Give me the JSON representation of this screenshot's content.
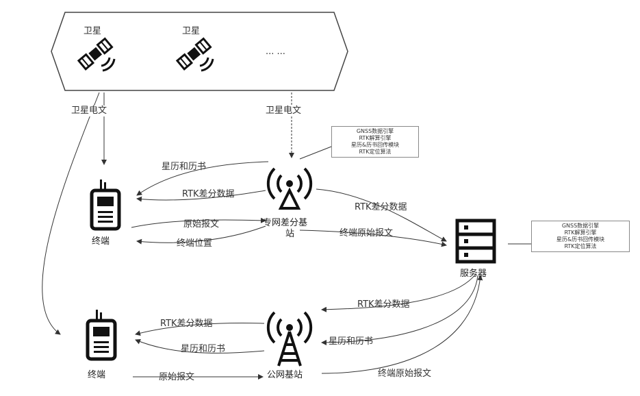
{
  "satellites": {
    "items": [
      {
        "label": "卫星"
      },
      {
        "label": "卫星"
      }
    ],
    "more": "... ..."
  },
  "nodes": {
    "terminal_top": "终端",
    "terminal_bottom": "终端",
    "private_station_line1": "专网差分基",
    "private_station_line2": "站",
    "public_station": "公网基站",
    "server": "服务器"
  },
  "edges": {
    "sat_msg_left": "卫星电文",
    "sat_msg_mid": "卫星电文",
    "ephemeris_top": "星历和历书",
    "rtk_top_left": "RTK差分数据",
    "raw_top": "原始报文",
    "term_pos": "终端位置",
    "rtk_to_server": "RTK差分数据",
    "term_raw_to_server": "终端原始报文",
    "rtk_from_server": "RTK差分数据",
    "rtk_bottom_left": "RTK差分数据",
    "ephemeris_bottom_left": "星历和历书",
    "ephemeris_bottom_right": "星历和历书",
    "raw_bottom": "原始报文",
    "term_raw_bottom": "终端原始报文"
  },
  "info_station": [
    "GNSS数据引擎",
    "RTK解算引擎",
    "星历&历书回传模块",
    "RTK定位算法"
  ],
  "info_server": [
    "GNSS数据引擎",
    "RTK解算引擎",
    "星历&历书回传模块",
    "RTK定位算法"
  ]
}
